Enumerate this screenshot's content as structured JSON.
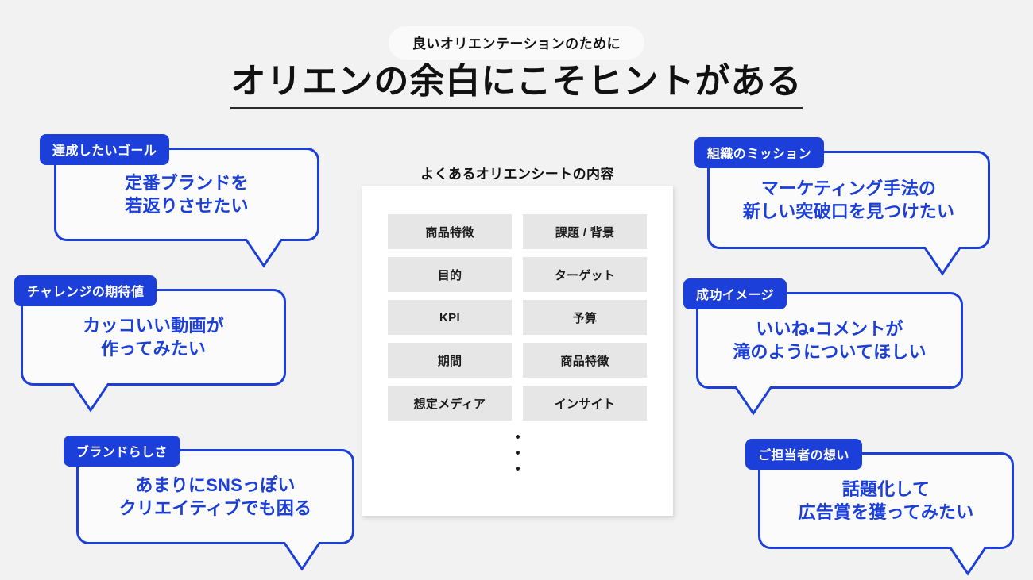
{
  "header": {
    "eyebrow": "良いオリエンテーションのために",
    "title": "オリエンの余白にこそヒントがある"
  },
  "center_card": {
    "title": "よくあるオリエンシートの内容",
    "chips": [
      "商品特徴",
      "課題 / 背景",
      "目的",
      "ターゲット",
      "KPI",
      "予算",
      "期間",
      "商品特徴",
      "想定メディア",
      "インサイト"
    ],
    "ellipsis_dots": 3
  },
  "bubbles": [
    {
      "id": "goal",
      "tag": "達成したいゴール",
      "text": "定番ブランドを\n若返りさせたい",
      "side": "left"
    },
    {
      "id": "challenge",
      "tag": "チャレンジの期待値",
      "text": "カッコいい動画が\n作ってみたい",
      "side": "left"
    },
    {
      "id": "brand",
      "tag": "ブランドらしさ",
      "text": "あまりにSNSっぽい\nクリエイティブでも困る",
      "side": "left"
    },
    {
      "id": "mission",
      "tag": "組織のミッション",
      "text": "マーケティング手法の\n新しい突破口を見つけたい",
      "side": "right"
    },
    {
      "id": "success",
      "tag": "成功イメージ",
      "text": "いいね・コメントが\n滝のようについてほしい",
      "side": "right"
    },
    {
      "id": "owner",
      "tag": "ご担当者の想い",
      "text": "話題化して\n広告賞を獲ってみたい",
      "side": "right"
    }
  ],
  "colors": {
    "background": "#f2f2f2",
    "accent_blue": "#1b3fd8",
    "bubble_fill": "#fbfbfb",
    "chip_fill": "#e6e6e6",
    "text_dark": "#111111",
    "card_fill": "#ffffff"
  }
}
